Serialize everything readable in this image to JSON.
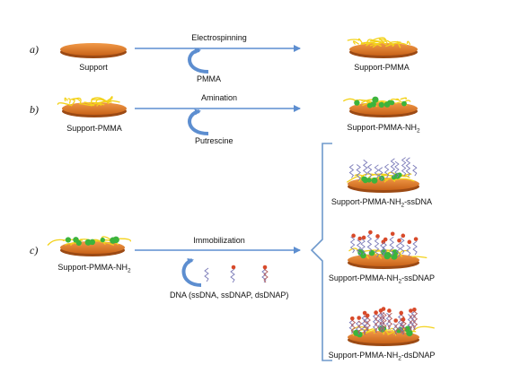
{
  "steps": {
    "a": {
      "label": "a)",
      "process": "Electrospinning",
      "reagent": "PMMA",
      "input": "Support",
      "output": "Support-PMMA"
    },
    "b": {
      "label": "b)",
      "process": "Amination",
      "reagent": "Putrescine",
      "input": "Support-PMMA",
      "output": "Support-PMMA-NH",
      "output_sub": "2"
    },
    "c": {
      "label": "c)",
      "process": "Immobilization",
      "reagent": "DNA (ssDNA, ssDNAP, dsDNAP)",
      "input": "Support-PMMA-NH",
      "input_sub": "2"
    }
  },
  "products": [
    {
      "pre": "Support-PMMA-NH",
      "sub": "2",
      "post": "-ssDNA"
    },
    {
      "pre": "Support-PMMA-NH",
      "sub": "2",
      "post": "-ssDNAP"
    },
    {
      "pre": "Support-PMMA-NH",
      "sub": "2",
      "post": "-dsDNAP"
    }
  ],
  "colors": {
    "support": "#e07a2c",
    "support_dark": "#9c4a14",
    "fiber": "#f3d21b",
    "amine": "#3cb43c",
    "dna": "#7a7ab8",
    "nanoparticle": "#d84a2a",
    "arrow": "#5d8ed0",
    "bracket": "#6e99cc"
  }
}
